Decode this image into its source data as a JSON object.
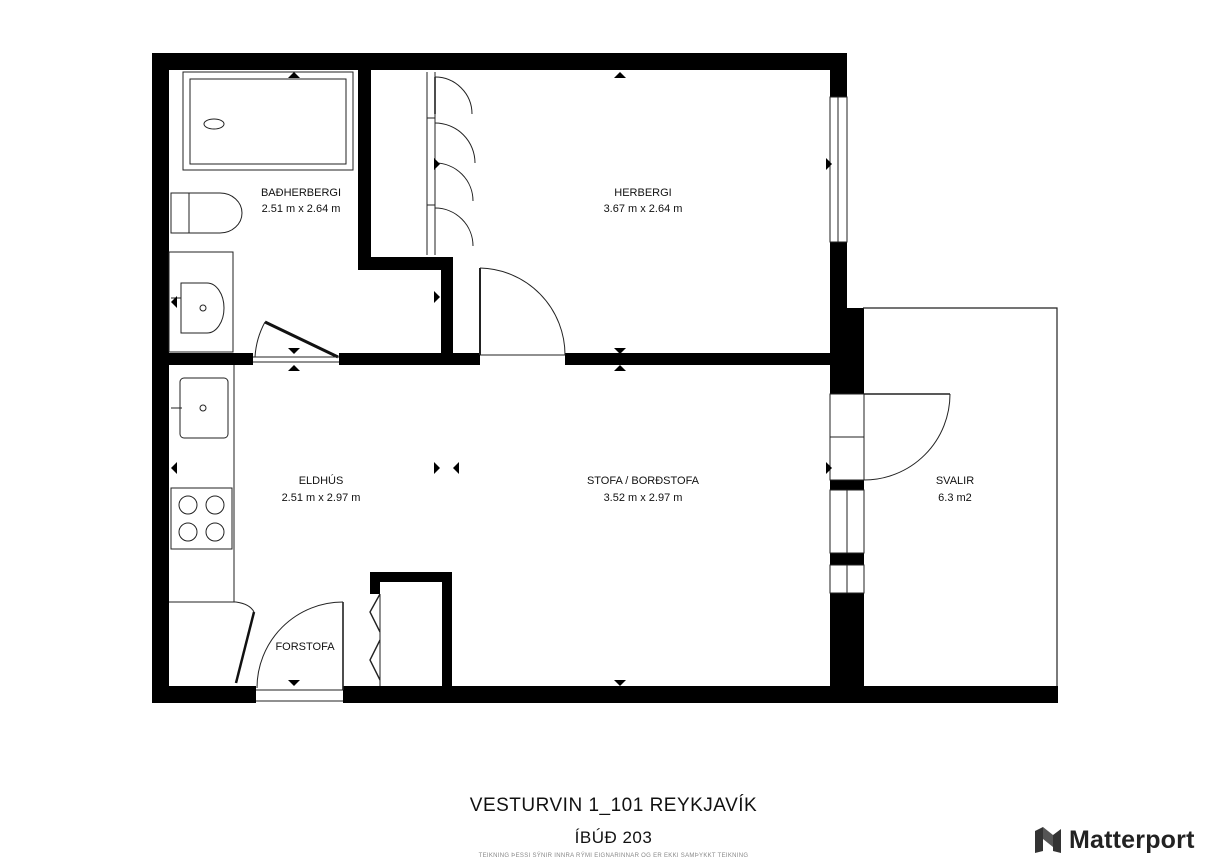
{
  "rooms": [
    {
      "id": "bathroom",
      "name": "BAÐHERBERGI",
      "dims": "2.51 m x 2.64 m"
    },
    {
      "id": "bedroom",
      "name": "HERBERGI",
      "dims": "3.67 m x 2.64 m"
    },
    {
      "id": "kitchen",
      "name": "ELDHÚS",
      "dims": "2.51 m x 2.97 m"
    },
    {
      "id": "living",
      "name": "STOFA / BORÐSTOFA",
      "dims": "3.52 m x 2.97 m"
    },
    {
      "id": "balcony",
      "name": "SVALIR",
      "dims": "6.3 m2"
    },
    {
      "id": "entry",
      "name": "FORSTOFA",
      "dims": ""
    }
  ],
  "title": {
    "address": "VESTURVIN 1_101 REYKJAVÍK",
    "unit": "ÍBÚÐ 203",
    "disclaimer": "TEIKNING ÞESSI SÝNIR INNRA RÝMI EIGNARINNAR OG ER EKKI SAMÞYKKT TEIKNING"
  },
  "brand": {
    "name": "Matterport",
    "icon": "matterport-logo-icon"
  },
  "colors": {
    "wall": "#000000",
    "line": "#222222",
    "background": "#ffffff"
  }
}
